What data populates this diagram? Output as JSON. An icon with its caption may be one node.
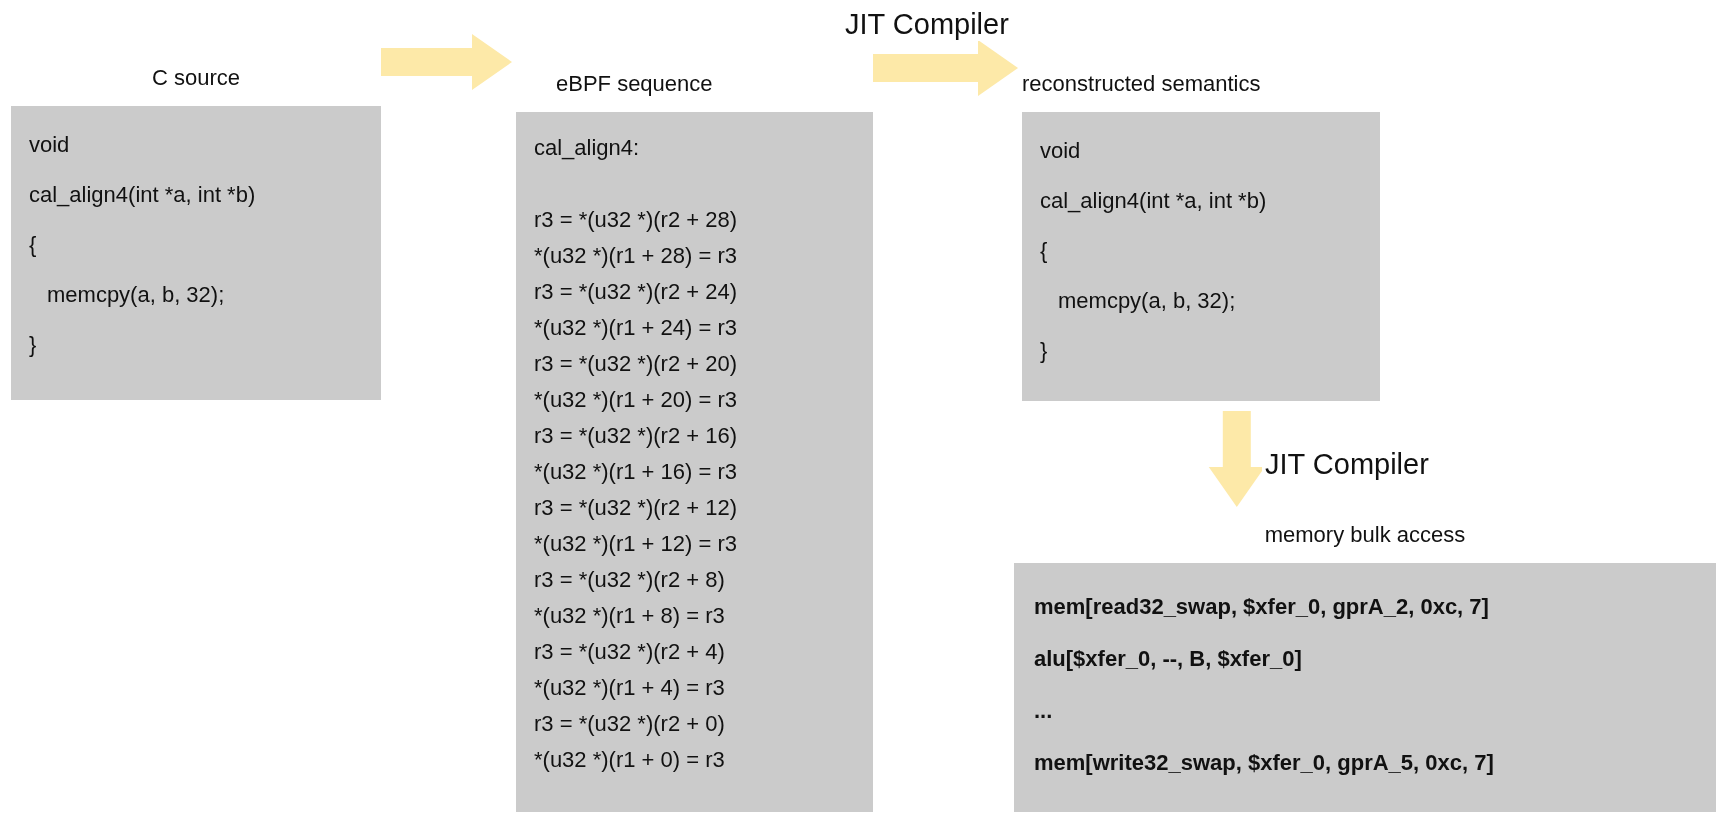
{
  "diagram": {
    "nodes": [
      {
        "text": [
          "C source",
          "void",
          "cal_align4(int *a, int *b)",
          "{",
          "memcpy(a, b, 32);",
          "}"
        ]
      },
      {
        "text": [
          "eBPF sequence",
          "cal_align4:",
          "r3 = *(u32 *)(r2 + 28)",
          "*(u32 *)(r1 + 28) = r3",
          "r3 = *(u32 *)(r2 + 24)",
          "*(u32 *)(r1 + 24) = r3",
          "r3 = *(u32 *)(r2 + 20)",
          "*(u32 *)(r1 + 20) = r3",
          "r3 = *(u32 *)(r2 + 16)",
          "*(u32 *)(r1 + 16) = r3",
          "r3 = *(u32 *)(r2 + 12)",
          "*(u32 *)(r1 + 12) = r3",
          "r3 = *(u32 *)(r2 + 8)",
          "*(u32 *)(r1 + 8) = r3",
          "r3 = *(u32 *)(r2 + 4)",
          "*(u32 *)(r1 + 4) = r3",
          "r3 = *(u32 *)(r2 + 0)",
          "*(u32 *)(r1 + 0) = r3"
        ]
      },
      {
        "text": [
          "reconstructed semantics",
          "void",
          "cal_align4(int *a, int *b)",
          "{",
          "memcpy(a, b, 32);",
          "}"
        ]
      },
      {
        "text": [
          "memory bulk access",
          "mem[read32_swap, $xfer_0, gprA_2, 0xc, 7]",
          "alu[$xfer_0, --, B, $xfer_0]",
          "...",
          "mem[write32_swap, $xfer_0, gprA_5, 0xc, 7]"
        ]
      }
    ],
    "edges": [
      {
        "from": 0,
        "to": 1,
        "arrow": "to",
        "style": "thick"
      },
      {
        "from": 1,
        "to": 2,
        "arrow": "to",
        "style": "thick",
        "label": "JIT Compiler"
      },
      {
        "from": 2,
        "to": 3,
        "arrow": "to",
        "style": "thick",
        "label": "JIT Compiler"
      }
    ]
  }
}
